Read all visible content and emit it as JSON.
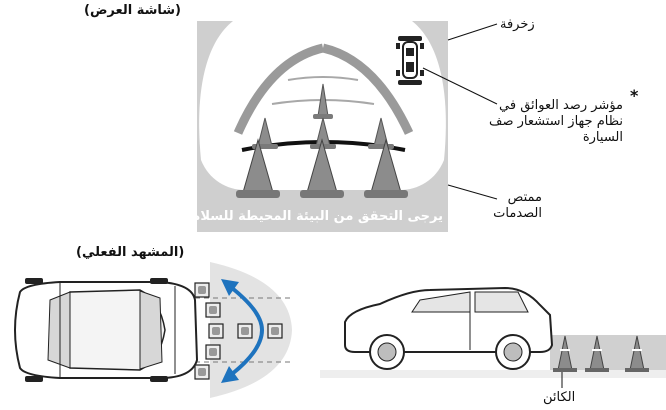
{
  "top_section": {
    "heading": "(شاشة العرض)",
    "notice": "يرجى التحقق من البيئة المحيطة للسلامة",
    "callouts": {
      "decoration": "زخرفة",
      "asterisk": "*",
      "sensor_indicator_line1": "مؤشر رصد العوائق في",
      "sensor_indicator_line2": "نظام جهاز استشعار صف",
      "sensor_indicator_line3": "السيارة",
      "bumper_line1": "ممتص",
      "bumper_line2": "الصدمات"
    }
  },
  "bottom_section": {
    "heading": "(المشهد الفعلي)",
    "object_label": "الكائن"
  },
  "colors": {
    "frame": "#cfcfcf",
    "screen": "#ffffff",
    "cone": "#8c8c8c",
    "arrow": "#1e73be",
    "sweep": "#e3e3e3"
  }
}
